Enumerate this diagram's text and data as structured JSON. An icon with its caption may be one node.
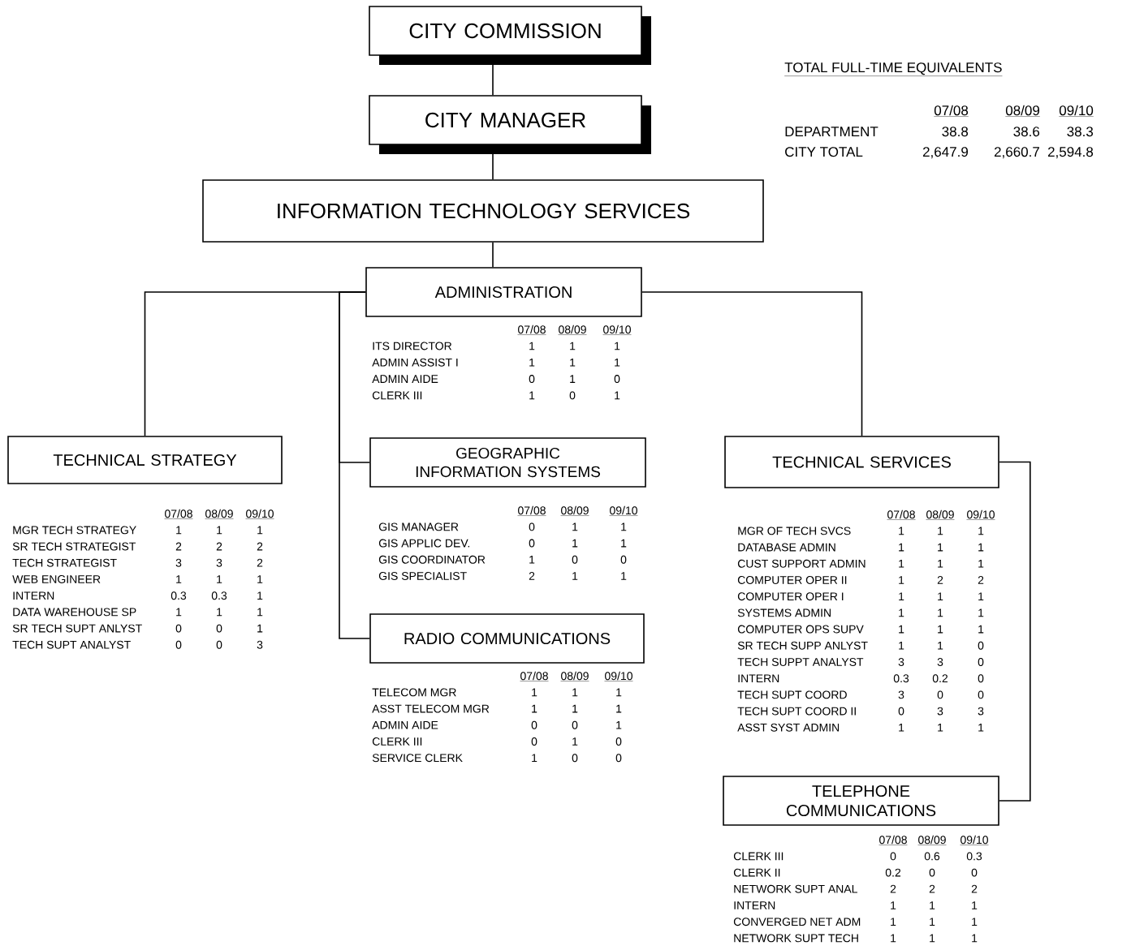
{
  "diagram": {
    "nodes": [
      {
        "text": [
          "CITY COMMISSION"
        ]
      },
      {
        "text": [
          "CITY MANAGER"
        ]
      },
      {
        "text": [
          "INFORMATION TECHNOLOGY SERVICES"
        ]
      },
      {
        "text": [
          "ADMINISTRATION"
        ],
        "beside": [
          "07/08",
          "08/09",
          "09/10",
          "ITS DIRECTOR",
          "1",
          "1",
          "1",
          "ADMIN ASSIST I",
          "1",
          "1",
          "1",
          "ADMIN AIDE",
          "0",
          "1",
          "0",
          "CLERK III",
          "1",
          "0",
          "1"
        ]
      },
      {
        "text": [
          "TECHNICAL STRATEGY"
        ],
        "beside": [
          "07/08",
          "08/09",
          "09/10",
          "MGR TECH STRATEGY",
          "1",
          "1",
          "1",
          "SR TECH STRATEGIST",
          "2",
          "2",
          "2",
          "TECH STRATEGIST",
          "3",
          "3",
          "2",
          "WEB ENGINEER",
          "1",
          "1",
          "1",
          "INTERN",
          "0.3",
          "0.3",
          "1",
          "DATA WAREHOUSE SP",
          "1",
          "1",
          "1",
          "SR TECH SUPT ANLYST",
          "0",
          "0",
          "1",
          "TECH SUPT ANALYST",
          "0",
          "0",
          "3"
        ]
      },
      {
        "text": [
          "GEOGRAPHIC INFORMATION SYSTEMS"
        ],
        "beside": [
          "07/08",
          "08/09",
          "09/10",
          "GIS MANAGER",
          "0",
          "1",
          "1",
          "GIS APPLIC DEV.",
          "0",
          "1",
          "1",
          "GIS COORDINATOR",
          "1",
          "0",
          "0",
          "GIS SPECIALIST",
          "2",
          "1",
          "1"
        ]
      },
      {
        "text": [
          "RADIO COMMUNICATIONS"
        ],
        "beside": [
          "07/08",
          "08/09",
          "09/10",
          "TELECOM MGR",
          "1",
          "1",
          "1",
          "ASST TELECOM MGR",
          "1",
          "1",
          "1",
          "ADMIN AIDE",
          "0",
          "0",
          "1",
          "CLERK III",
          "0",
          "1",
          "0",
          "SERVICE CLERK",
          "1",
          "0",
          "0"
        ]
      },
      {
        "text": [
          "TECHNICAL SERVICES"
        ],
        "beside": [
          "07/08",
          "08/09",
          "09/10",
          "MGR OF TECH SVCS",
          "1",
          "1",
          "1",
          "DATABASE ADMIN",
          "1",
          "1",
          "1",
          "CUST SUPPORT ADMIN",
          "1",
          "1",
          "1",
          "COMPUTER OPER II",
          "1",
          "2",
          "2",
          "COMPUTER OPER I",
          "1",
          "1",
          "1",
          "SYSTEMS ADMIN",
          "1",
          "1",
          "1",
          "COMPUTER OPS SUPV",
          "1",
          "1",
          "1",
          "SR TECH SUPP ANLYST",
          "1",
          "1",
          "0",
          "TECH SUPPT ANALYST",
          "3",
          "3",
          "0",
          "INTERN",
          "0.3",
          "0.2",
          "0",
          "TECH SUPT COORD",
          "3",
          "0",
          "0",
          "TECH SUPT COORD II",
          "0",
          "3",
          "3",
          "ASST SYST ADMIN",
          "1",
          "1",
          "1"
        ]
      },
      {
        "text": [
          "TELEPHONE COMMUNICATIONS"
        ],
        "beside": [
          "07/08",
          "08/09",
          "09/10",
          "CLERK III",
          "0",
          "0.6",
          "0.3",
          "CLERK II",
          "0.2",
          "0",
          "0",
          "NETWORK SUPT ANAL",
          "2",
          "2",
          "2",
          "INTERN",
          "1",
          "1",
          "1",
          "CONVERGED NET ADM",
          "1",
          "1",
          "1",
          "NETWORK SUPT TECH",
          "1",
          "1",
          "1"
        ]
      }
    ],
    "edges": [
      {
        "from": 0,
        "to": 1,
        "arrow": "none"
      },
      {
        "from": 1,
        "to": 2,
        "arrow": "none"
      },
      {
        "from": 2,
        "to": 3,
        "arrow": "none"
      },
      {
        "from": 3,
        "to": 4,
        "arrow": "none"
      },
      {
        "from": 3,
        "to": 5,
        "arrow": "none"
      },
      {
        "from": 3,
        "to": 6,
        "arrow": "none"
      },
      {
        "from": 3,
        "to": 7,
        "arrow": "none"
      },
      {
        "from": 7,
        "to": 8,
        "arrow": "none"
      }
    ],
    "labels": [
      "TOTAL FULL-TIME EQUIVALENTS",
      "07/08",
      "08/09",
      "09/10",
      "DEPARTMENT",
      "38.8",
      "38.6",
      "38.3",
      "CITY TOTAL",
      "2,647.9",
      "2,660.7",
      "2,594.8"
    ]
  }
}
